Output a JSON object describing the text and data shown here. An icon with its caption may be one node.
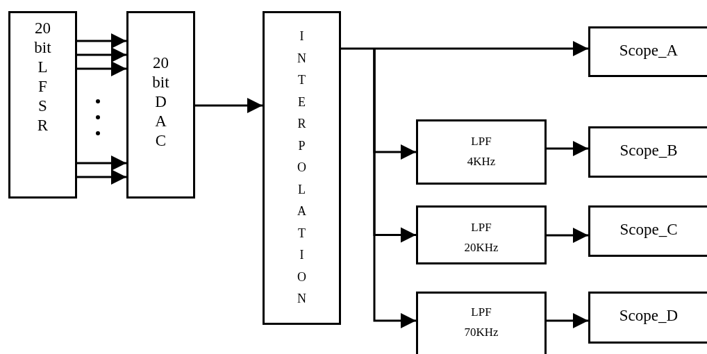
{
  "diagram": {
    "nodes": [
      {
        "text": [
          "20 bit L F S R"
        ]
      },
      {
        "text": [
          "20 bit D A C"
        ]
      },
      {
        "text": [
          "I N T E R P O L A T I O N"
        ]
      },
      {
        "text": [
          "Scope_A"
        ]
      },
      {
        "text": [
          "LPF 4KHz"
        ]
      },
      {
        "text": [
          "Scope_B"
        ]
      },
      {
        "text": [
          "LPF 20KHz"
        ]
      },
      {
        "text": [
          "Scope_C"
        ]
      },
      {
        "text": [
          "LPF 70KHz"
        ]
      },
      {
        "text": [
          "Scope_D"
        ]
      }
    ],
    "edges": [
      {
        "from": 0,
        "to": 1,
        "arrow": "to"
      },
      {
        "from": 0,
        "to": 1,
        "arrow": "to"
      },
      {
        "from": 0,
        "to": 1,
        "arrow": "to"
      },
      {
        "from": 0,
        "to": 1,
        "arrow": "to"
      },
      {
        "from": 0,
        "to": 1,
        "arrow": "to"
      },
      {
        "from": 1,
        "to": 2,
        "arrow": "to"
      },
      {
        "from": 2,
        "to": 3,
        "arrow": "to"
      },
      {
        "from": 2,
        "to": 4,
        "arrow": "to"
      },
      {
        "from": 2,
        "to": 6,
        "arrow": "to"
      },
      {
        "from": 2,
        "to": 8,
        "arrow": "to"
      },
      {
        "from": 4,
        "to": 5,
        "arrow": "to"
      },
      {
        "from": 6,
        "to": 7,
        "arrow": "to"
      },
      {
        "from": 8,
        "to": 9,
        "arrow": "to"
      }
    ]
  }
}
